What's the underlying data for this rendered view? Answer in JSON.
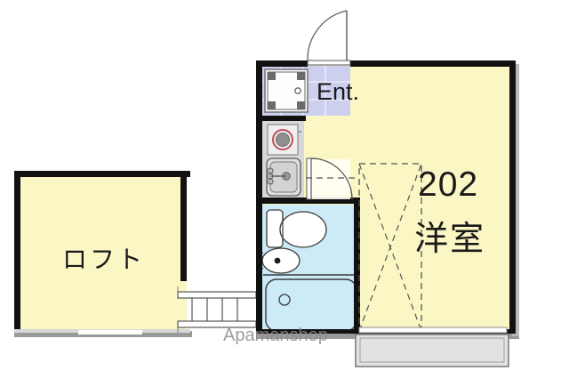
{
  "floorplan": {
    "unit_number": "202",
    "room_type_label": "洋室",
    "entrance_label": "Ent.",
    "loft_label": "ロフト",
    "watermark": "Apamanshop",
    "colors": {
      "room_fill": "#faf7c4",
      "entrance_fill": "#ccd0ee",
      "bath_fill": "#cdeaf7",
      "wall": "#111111",
      "fixture_fill": "#d8d8d8",
      "balcony_fill": "#e2e2e2",
      "text": "#1a1a1a",
      "watermark": "#8d8d8d",
      "shadow": "#9a9a9a"
    },
    "rooms": [
      {
        "name": "entrance",
        "label": "Ent."
      },
      {
        "name": "kitchen",
        "label": ""
      },
      {
        "name": "bathroom",
        "label": ""
      },
      {
        "name": "western-room",
        "label": "洋室",
        "number": "202"
      },
      {
        "name": "loft",
        "label": "ロフト"
      },
      {
        "name": "balcony",
        "label": ""
      }
    ],
    "fixtures": [
      {
        "name": "shoe-cabinet"
      },
      {
        "name": "stove"
      },
      {
        "name": "kitchen-sink"
      },
      {
        "name": "toilet"
      },
      {
        "name": "wash-basin"
      },
      {
        "name": "bathtub"
      },
      {
        "name": "loft-ladder"
      },
      {
        "name": "entrance-door"
      },
      {
        "name": "bathroom-door"
      },
      {
        "name": "closet"
      }
    ]
  }
}
